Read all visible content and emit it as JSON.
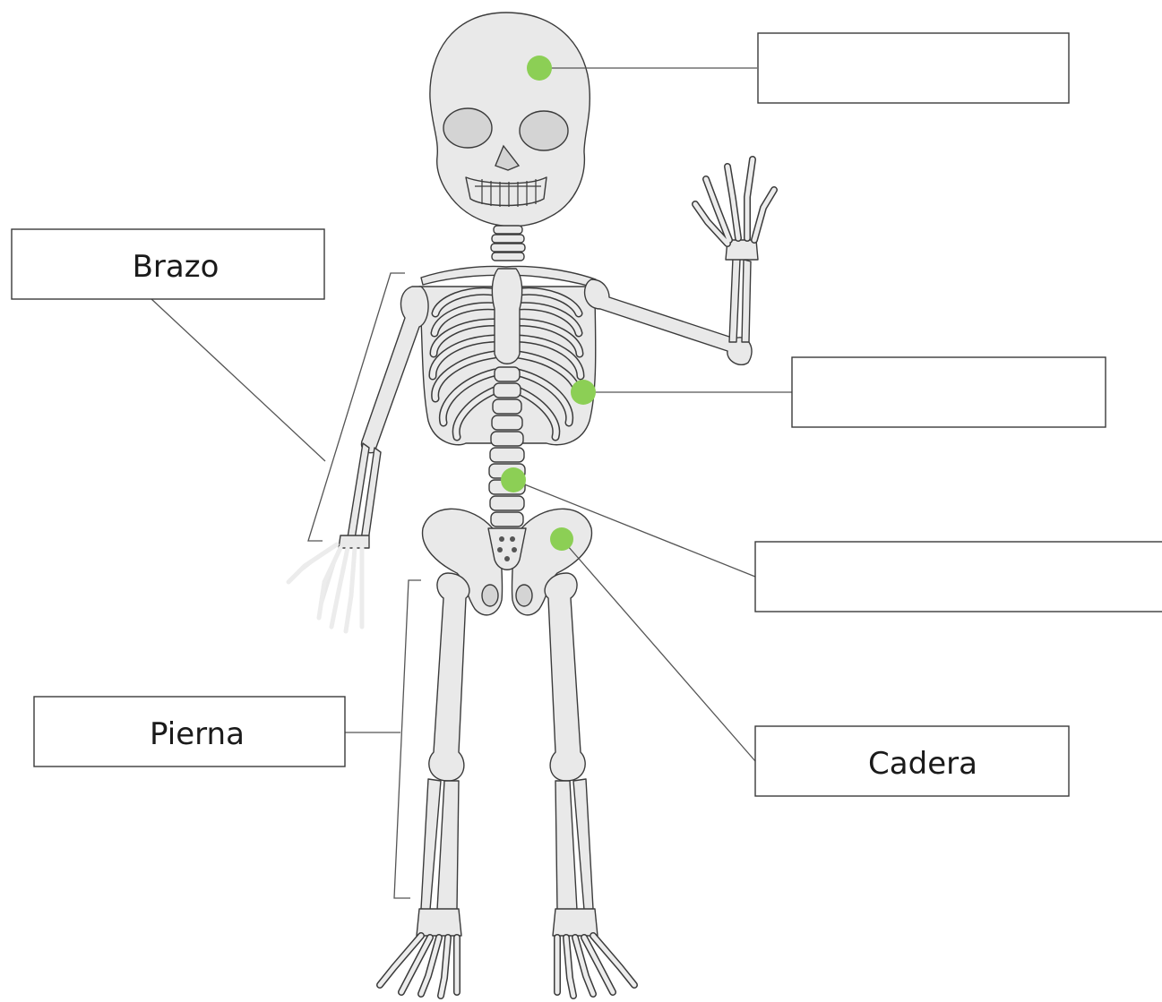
{
  "diagram": {
    "labels": {
      "brazo": "Brazo",
      "pierna": "Pierna",
      "cadera": "Cadera"
    },
    "marker_color": "#8ccf55"
  }
}
